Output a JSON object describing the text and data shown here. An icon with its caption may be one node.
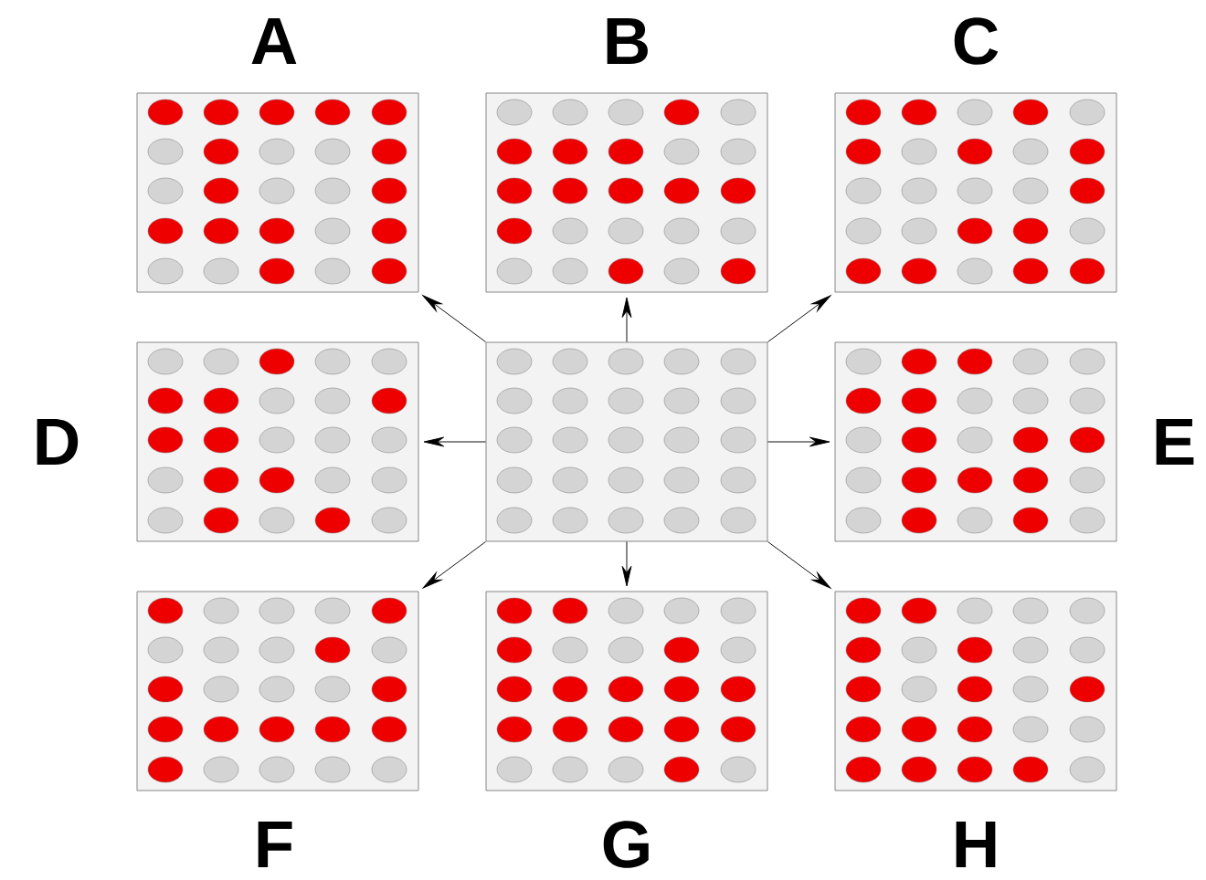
{
  "diagram": {
    "nodes": [
      {
        "text": [
          "A"
        ]
      },
      {
        "text": [
          "B"
        ]
      },
      {
        "text": [
          "C"
        ]
      },
      {
        "text": [
          "D"
        ]
      },
      {
        "text": [],
        "shape": "box"
      },
      {
        "text": [
          "E"
        ]
      },
      {
        "text": [
          "F"
        ]
      },
      {
        "text": [
          "G"
        ]
      },
      {
        "text": [
          "H"
        ]
      }
    ],
    "edges": [
      {
        "from": 4,
        "to": 0,
        "arrow": "to"
      },
      {
        "from": 4,
        "to": 1,
        "arrow": "to"
      },
      {
        "from": 4,
        "to": 2,
        "arrow": "to"
      },
      {
        "from": 4,
        "to": 3,
        "arrow": "to"
      },
      {
        "from": 4,
        "to": 5,
        "arrow": "to"
      },
      {
        "from": 4,
        "to": 6,
        "arrow": "to"
      },
      {
        "from": 4,
        "to": 7,
        "arrow": "to"
      },
      {
        "from": 4,
        "to": 8,
        "arrow": "to"
      }
    ]
  }
}
